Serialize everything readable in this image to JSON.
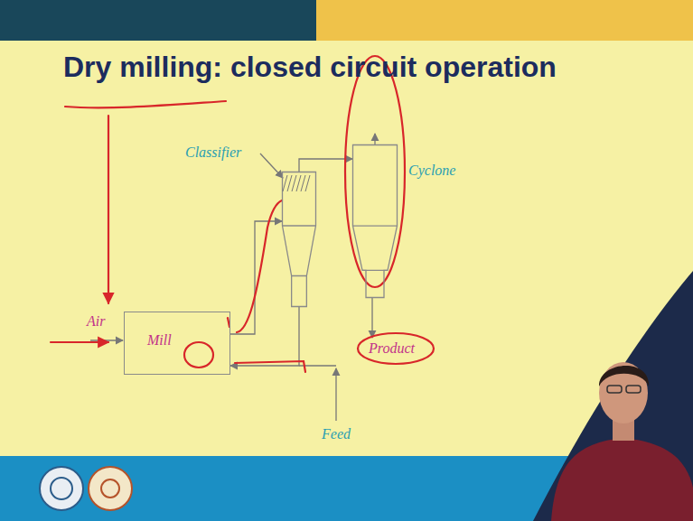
{
  "diagram": {
    "title": "Dry milling: closed circuit operation",
    "nodes": [
      {
        "text": [
          "Mill"
        ]
      },
      {
        "text": [
          "Classifier"
        ]
      },
      {
        "text": [
          "Cyclone"
        ]
      }
    ],
    "edges": [
      {
        "from": 0,
        "to": 1,
        "arrow": "to"
      },
      {
        "from": 1,
        "to": 2,
        "arrow": "to"
      },
      {
        "from": 1,
        "to": 0,
        "arrow": "to"
      }
    ],
    "labels": [
      "Air",
      "Feed",
      "Product"
    ]
  }
}
